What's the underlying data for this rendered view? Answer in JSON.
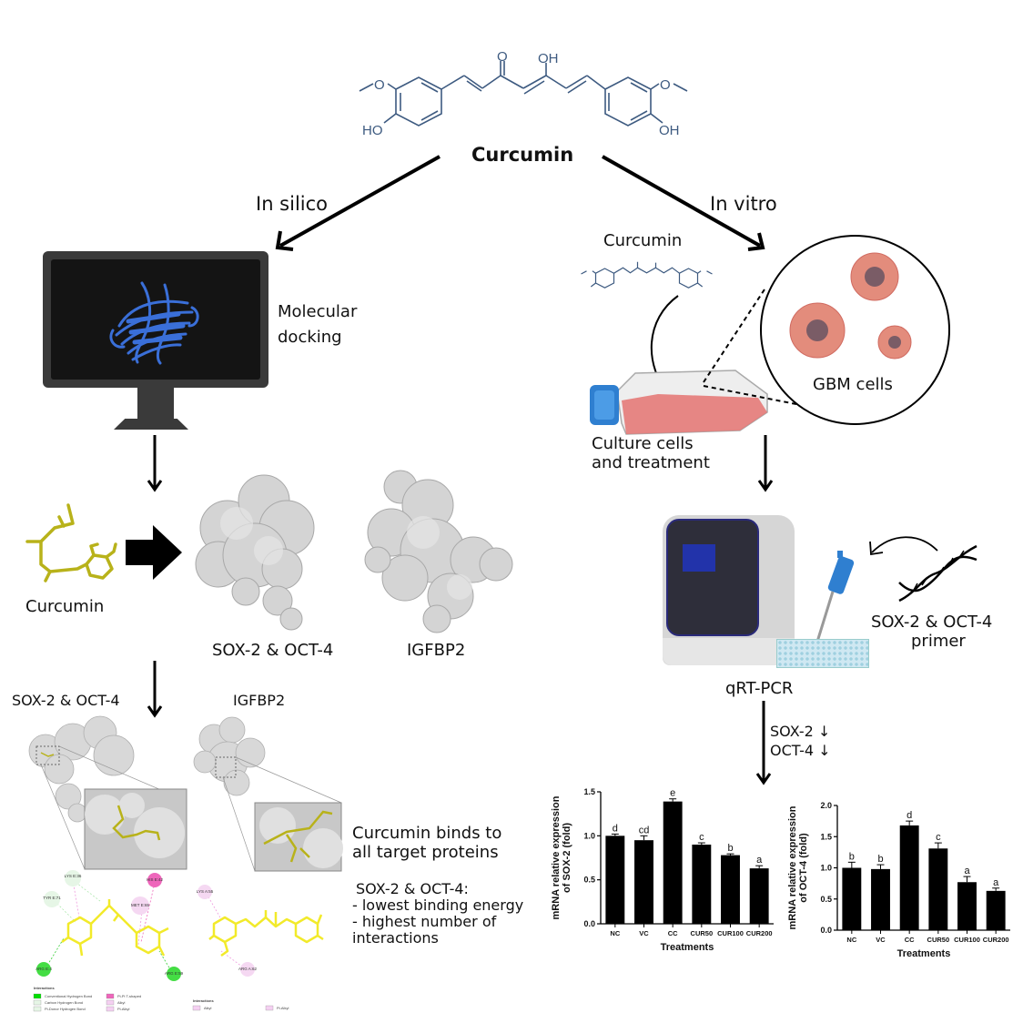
{
  "header": {
    "molecule_name": "Curcumin",
    "molecule_atoms": {
      "o_ketone": "O",
      "oh_enol": "OH",
      "ho_left": "HO",
      "oh_right": "OH",
      "methoxy_left": "O",
      "methoxy_right": "O"
    }
  },
  "branches": {
    "left_label": "In silico",
    "right_label": "In vitro"
  },
  "in_silico": {
    "monitor_label": "Molecular docking",
    "monitor_label_lines": [
      "Molecular",
      "docking"
    ],
    "ligand_label": "Curcumin",
    "protein_labels": [
      "SOX-2 & OCT-4",
      "IGFBP2"
    ],
    "complex_labels": [
      "SOX-2 & OCT-4",
      "IGFBP2"
    ],
    "summary_lines": [
      "Curcumin binds to",
      "all target proteins"
    ],
    "detail_heading": "SOX-2 & OCT-4:",
    "detail_items": [
      "- lowest binding energy",
      "- highest number of",
      "interactions"
    ],
    "interaction_residues_left": [
      "LYS E:36",
      "TYR E:71",
      "HIS E:42",
      "MET E:65",
      "ARG E:4",
      "ARG E:59"
    ],
    "interaction_residues_right": [
      "LYS A:55",
      "ARG A:62"
    ],
    "legend_left": {
      "title": "Interactions",
      "items": [
        "Conventional Hydrogen Bond",
        "Carbon Hydrogen Bond",
        "Pi-Donor Hydrogen Bond",
        "Pi-Pi T-shaped",
        "Alkyl",
        "Pi-Alkyl"
      ]
    },
    "legend_right": {
      "title": "Interactions",
      "items": [
        "Alkyl",
        "Pi-Alkyl"
      ]
    },
    "colors": {
      "ligand": "#b8b21a",
      "ligand_2d": "#f2ea2a",
      "protein_surface": "#cfcfcf",
      "ribbon": "#3a6fd8",
      "hbond": "#33dd33",
      "carbon_hbond": "#d8f5d8",
      "pi_pi": "#ee66bb",
      "alkyl": "#f5c8f0"
    }
  },
  "in_vitro": {
    "compound_label": "Curcumin",
    "cells_label": "GBM cells",
    "culture_label_lines": [
      "Culture cells",
      "and treatment"
    ],
    "primer_label_lines": [
      "SOX-2 & OCT-4",
      "primer"
    ],
    "instrument_label": "qRT-PCR",
    "result_lines": [
      "SOX-2 ↓",
      "OCT-4 ↓"
    ],
    "colors": {
      "flask_media": "#e47a78",
      "cap": "#2f7fd0",
      "cell": "#e38c7c",
      "nucleus": "#7a5c66",
      "screen": "#2233aa"
    }
  },
  "chart_data": [
    {
      "type": "bar",
      "title": "",
      "categories": [
        "NC",
        "VC",
        "CC",
        "CUR50",
        "CUR100",
        "CUR200"
      ],
      "values": [
        1.0,
        0.95,
        1.39,
        0.9,
        0.78,
        0.63
      ],
      "errors": [
        0.02,
        0.05,
        0.03,
        0.02,
        0.015,
        0.03
      ],
      "significance": [
        "d",
        "cd",
        "e",
        "c",
        "b",
        "a"
      ],
      "xlabel": "Treatments",
      "ylabel_lines": [
        "mRNA relative expression",
        "of SOX-2 (fold)"
      ],
      "yticks": [
        "0.0",
        "0.5",
        "1.0",
        "1.5"
      ],
      "ylim": [
        0,
        1.5
      ],
      "grid": false,
      "bar_color": "#000000"
    },
    {
      "type": "bar",
      "title": "",
      "categories": [
        "NC",
        "VC",
        "CC",
        "CUR50",
        "CUR100",
        "CUR200"
      ],
      "values": [
        1.0,
        0.98,
        1.68,
        1.31,
        0.77,
        0.63
      ],
      "errors": [
        0.09,
        0.07,
        0.07,
        0.09,
        0.09,
        0.045
      ],
      "significance": [
        "b",
        "b",
        "d",
        "c",
        "a",
        "a"
      ],
      "xlabel": "Treatments",
      "ylabel_lines": [
        "mRNA relative expression",
        "of OCT-4 (fold)"
      ],
      "yticks": [
        "0.0",
        "0.5",
        "1.0",
        "1.5",
        "2.0"
      ],
      "ylim": [
        0,
        2.0
      ],
      "grid": false,
      "bar_color": "#000000"
    }
  ]
}
